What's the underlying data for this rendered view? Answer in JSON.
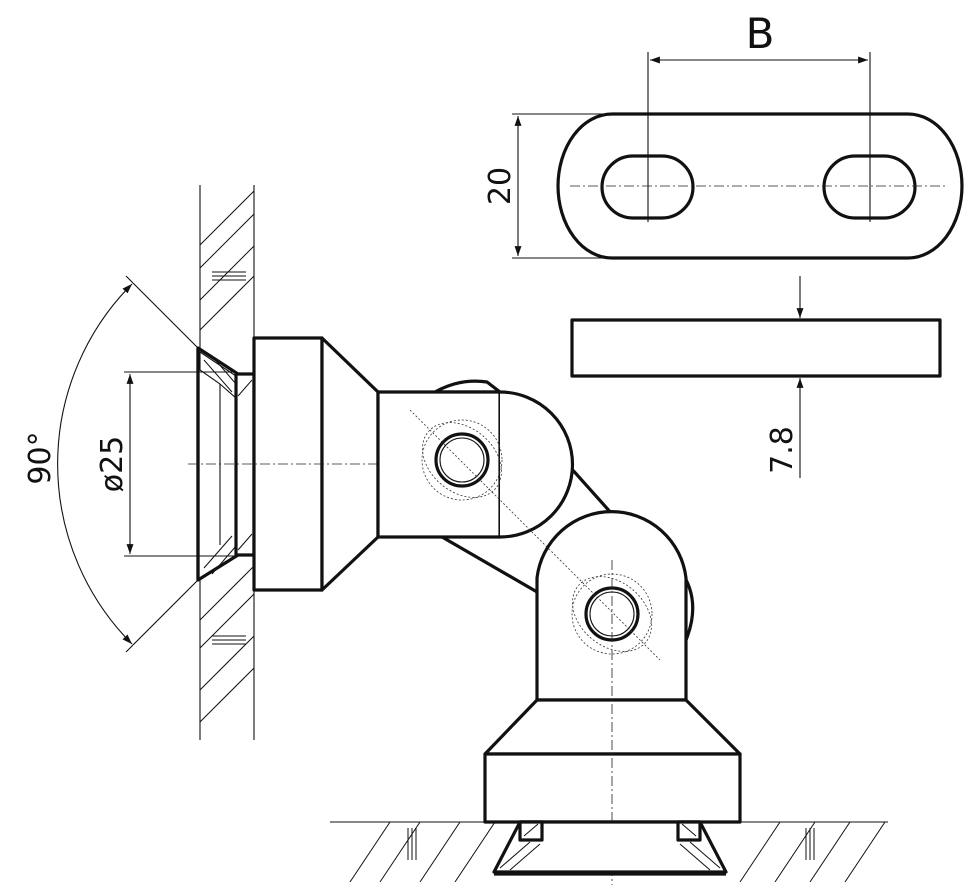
{
  "dimensions": {
    "slot_spacing": "B",
    "plate_width": "20",
    "plate_thickness": "7.8",
    "bore_diameter": "ø25",
    "countersink_angle": "90°"
  }
}
